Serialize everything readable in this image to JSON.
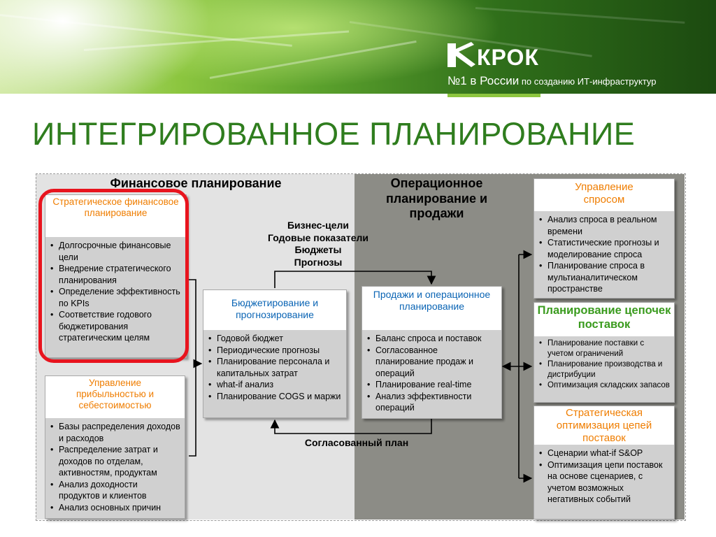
{
  "brand": {
    "name": "КРОК",
    "tagline_main": "№1 в России",
    "tagline_sub": " по созданию ИТ-инфраструктур"
  },
  "page_title": "ИНТЕГРИРОВАННОЕ ПЛАНИРОВАНИЕ",
  "zones": {
    "financial": "Финансовое планирование",
    "operational": "Операционное планирование и продажи"
  },
  "flow_labels": {
    "top": [
      "Бизнес-цели",
      "Годовые показатели",
      "Бюджеты",
      "Прогнозы"
    ],
    "bottom": "Согласованный план"
  },
  "boxes": {
    "strategic": {
      "title": "Стратегическое финансовое планирование",
      "items": [
        "Долгосрочные финансовые цели",
        "Внедрение стратегического планирования",
        "Определение эффективность по KPIs",
        "Соответствие годового бюджетирования стратегическим целям"
      ]
    },
    "profit": {
      "title": "Управление прибыльностью и себестоимостью",
      "items": [
        "Базы распределения доходов и расходов",
        "Распределение затрат и доходов по отделам, активностям, продуктам",
        "Анализ доходности продуктов и клиентов",
        "Анализ основных причин"
      ]
    },
    "budget": {
      "title": "Бюджетирование и прогнозирование",
      "items": [
        "Годовой бюджет",
        "Периодические прогнозы",
        "Планирование персонала и капитальных затрат",
        "what-if анализ",
        "Планирование COGS и маржи"
      ]
    },
    "sales": {
      "title": "Продажи и операционное планирование",
      "items": [
        "Баланс спроса и поставок",
        "Согласованное планирование продаж и операций",
        "Планирование real-time",
        "Анализ эффективности операций"
      ]
    },
    "demand": {
      "title": "Управление спросом",
      "items": [
        "Анализ спроса в реальном времени",
        "Статистические прогнозы и моделирование спроса",
        "Планирование спроса в мультианалитическом пространстве"
      ]
    },
    "supply": {
      "title": "Планирование цепочек поставок",
      "items": [
        "Планирование поставки с учетом ограничений",
        "Планирование производства и дистрибуции",
        "Оптимизация складских запасов"
      ]
    },
    "optim": {
      "title": "Стратегическая оптимизация цепей поставок",
      "items": [
        "Сценарии what-if S&OP",
        "Оптимизация цепи поставок на основе сценариев, с учетом возможных негативных событий"
      ]
    }
  },
  "colors": {
    "title_green": "#2f7d1e",
    "orange": "#ef7d00",
    "blue": "#0a64b4",
    "green": "#3a9b1e",
    "highlight_red": "#e8141e",
    "operational_zone": "#8c8c86",
    "financial_zone": "#e3e3e3"
  },
  "icons": {
    "logo": "krok-logo-icon"
  }
}
